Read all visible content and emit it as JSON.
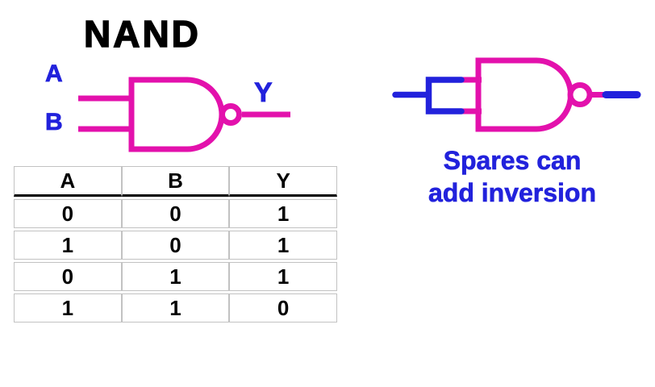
{
  "title": "NAND",
  "colors": {
    "gate_magenta": "#E311AC",
    "wire_blue": "#2222DC",
    "table_border_gray": "#C2C2C2",
    "title_black": "#000000"
  },
  "left_gate": {
    "input_a": "A",
    "input_b": "B",
    "output": "Y"
  },
  "truth_table": {
    "headers": [
      "A",
      "B",
      "Y"
    ],
    "rows": [
      [
        "0",
        "0",
        "1"
      ],
      [
        "1",
        "0",
        "1"
      ],
      [
        "0",
        "1",
        "1"
      ],
      [
        "1",
        "1",
        "0"
      ]
    ]
  },
  "right_gate": {
    "caption_line1": "Spares can",
    "caption_line2": "add inversion"
  }
}
